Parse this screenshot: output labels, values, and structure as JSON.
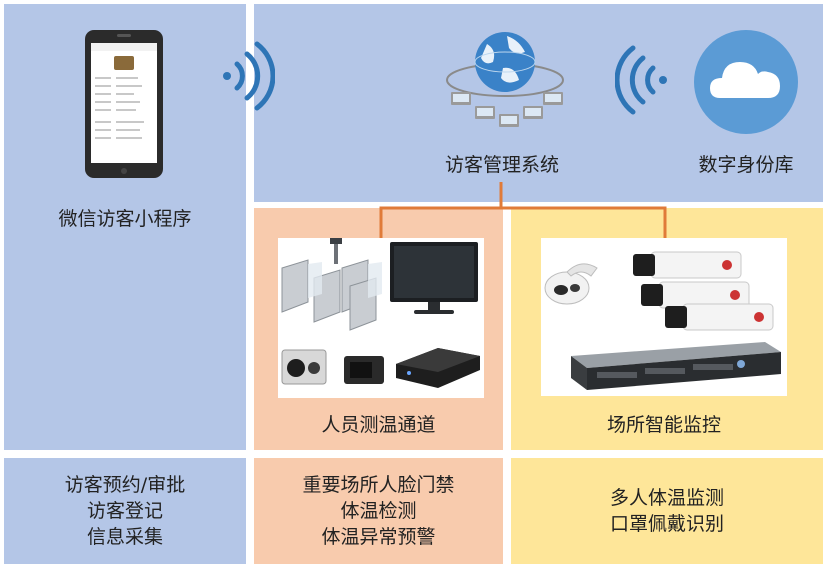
{
  "mini_program": {
    "label": "微信访客小程序"
  },
  "vms": {
    "label": "访客管理系统"
  },
  "identity_db": {
    "label": "数字身份库"
  },
  "temp_channel": {
    "label": "人员测温通道"
  },
  "site_monitoring": {
    "label": "场所智能监控"
  },
  "features": {
    "mini_program": [
      "访客预约/审批",
      "访客登记",
      "信息采集"
    ],
    "temp_channel": [
      "重要场所人脸门禁",
      "体温检测",
      "体温异常预警"
    ],
    "site_monitoring": [
      "多人体温监测",
      "口罩佩戴识别"
    ]
  },
  "colors": {
    "blue_panel": "#b4c6e7",
    "peach_panel": "#f8cbad",
    "yellow_panel": "#fee699",
    "connector": "#e07b39",
    "wifi": "#2e75b6",
    "cloud": "#5b9bd5"
  },
  "icons": [
    "smartphone-icon",
    "wifi-signal-icon",
    "globe-network-icon",
    "cloud-icon",
    "turnstile-gate-icon",
    "monitor-icon",
    "thermal-camera-icon",
    "dome-camera-icon",
    "bullet-camera-icon",
    "rack-server-icon"
  ]
}
